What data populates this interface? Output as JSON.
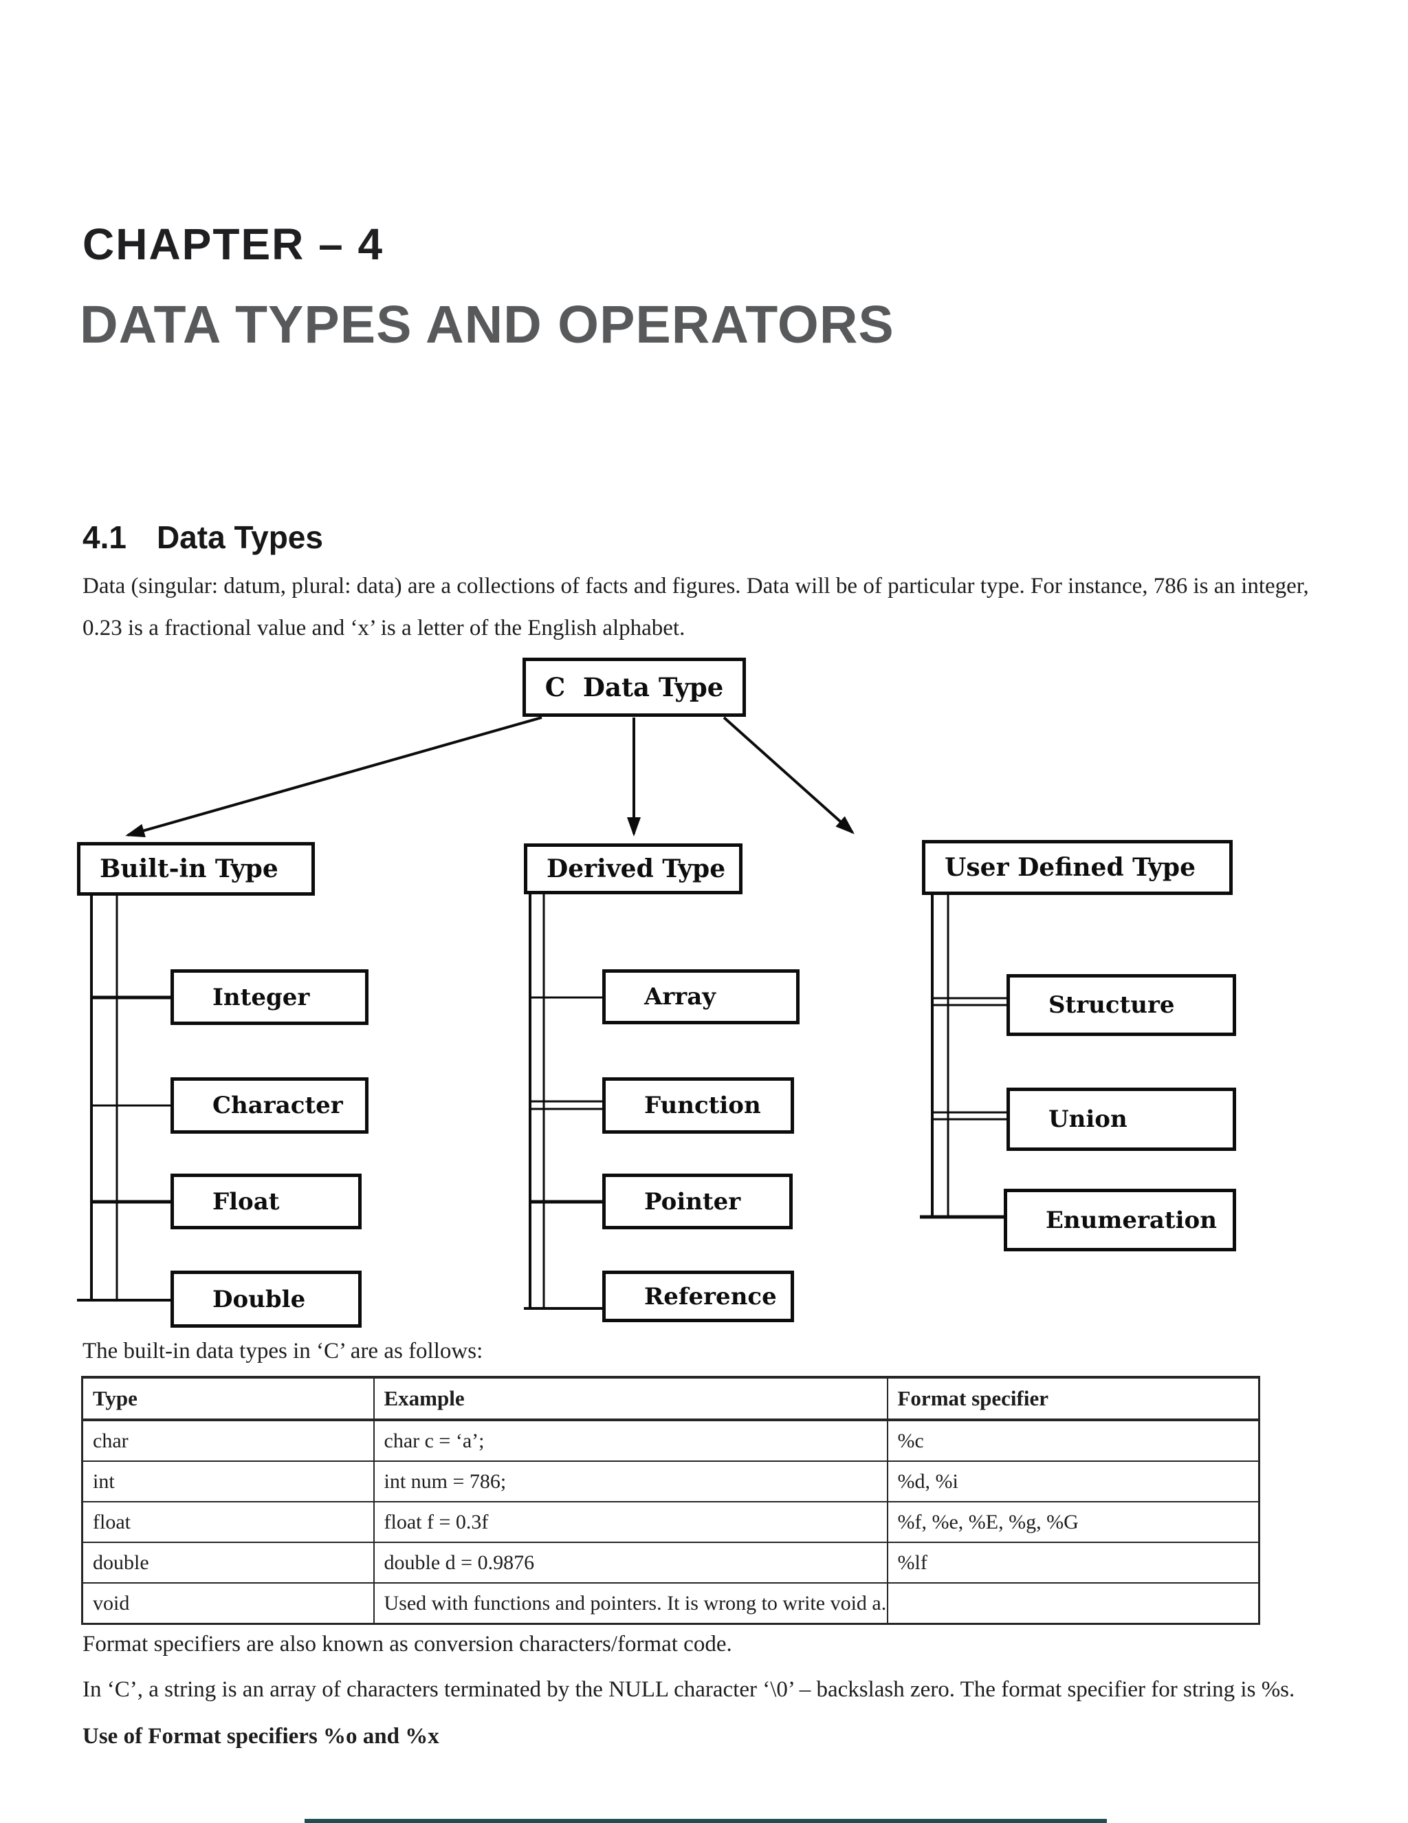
{
  "page": {
    "chapter_heading": "CHAPTER – 4",
    "title": "DATA TYPES AND OPERATORS"
  },
  "section": {
    "number": "4.1",
    "title": "Data Types",
    "intro": "Data (singular: datum, plural: data) are a collections of facts and figures. Data will be of particular type. For instance, 786 is an integer, 0.23 is a fractional value and ‘x’ is a letter of the English alphabet."
  },
  "diagram": {
    "root": "C  Data Type",
    "branches": [
      {
        "label": "Built-in Type",
        "children": [
          "Integer",
          "Character",
          "Float",
          "Double"
        ]
      },
      {
        "label": "Derived Type",
        "children": [
          "Array",
          "Function",
          "Pointer",
          "Reference"
        ]
      },
      {
        "label": "User Defined Type",
        "children": [
          "Structure",
          "Union",
          "Enumeration"
        ]
      }
    ]
  },
  "table_section": {
    "intro": "The built-in data types in ‘C’ are as follows:",
    "headers": [
      "Type",
      "Example",
      "Format specifier"
    ],
    "rows": [
      [
        "char",
        "char c = ‘a’;",
        "%c"
      ],
      [
        "int",
        "int num = 786;",
        "%d, %i"
      ],
      [
        "float",
        "float f = 0.3f",
        "%f, %e, %E, %g, %G"
      ],
      [
        "double",
        "double d = 0.9876",
        "%lf"
      ],
      [
        "void",
        "Used with functions and pointers. It is wrong to write void a.",
        ""
      ]
    ]
  },
  "notes": {
    "line1": "Format specifiers are also known as conversion characters/format code.",
    "line2": "In ‘C’, a string is an array of characters terminated by the NULL character ‘\\0’ – backslash zero. The format specifier for string is %s.",
    "bold_note": "Use of Format specifiers %o and %x"
  },
  "colors": {
    "accent_bar": "#1d4f52",
    "title_gray": "#58595b",
    "ink": "#1c1c1c"
  }
}
